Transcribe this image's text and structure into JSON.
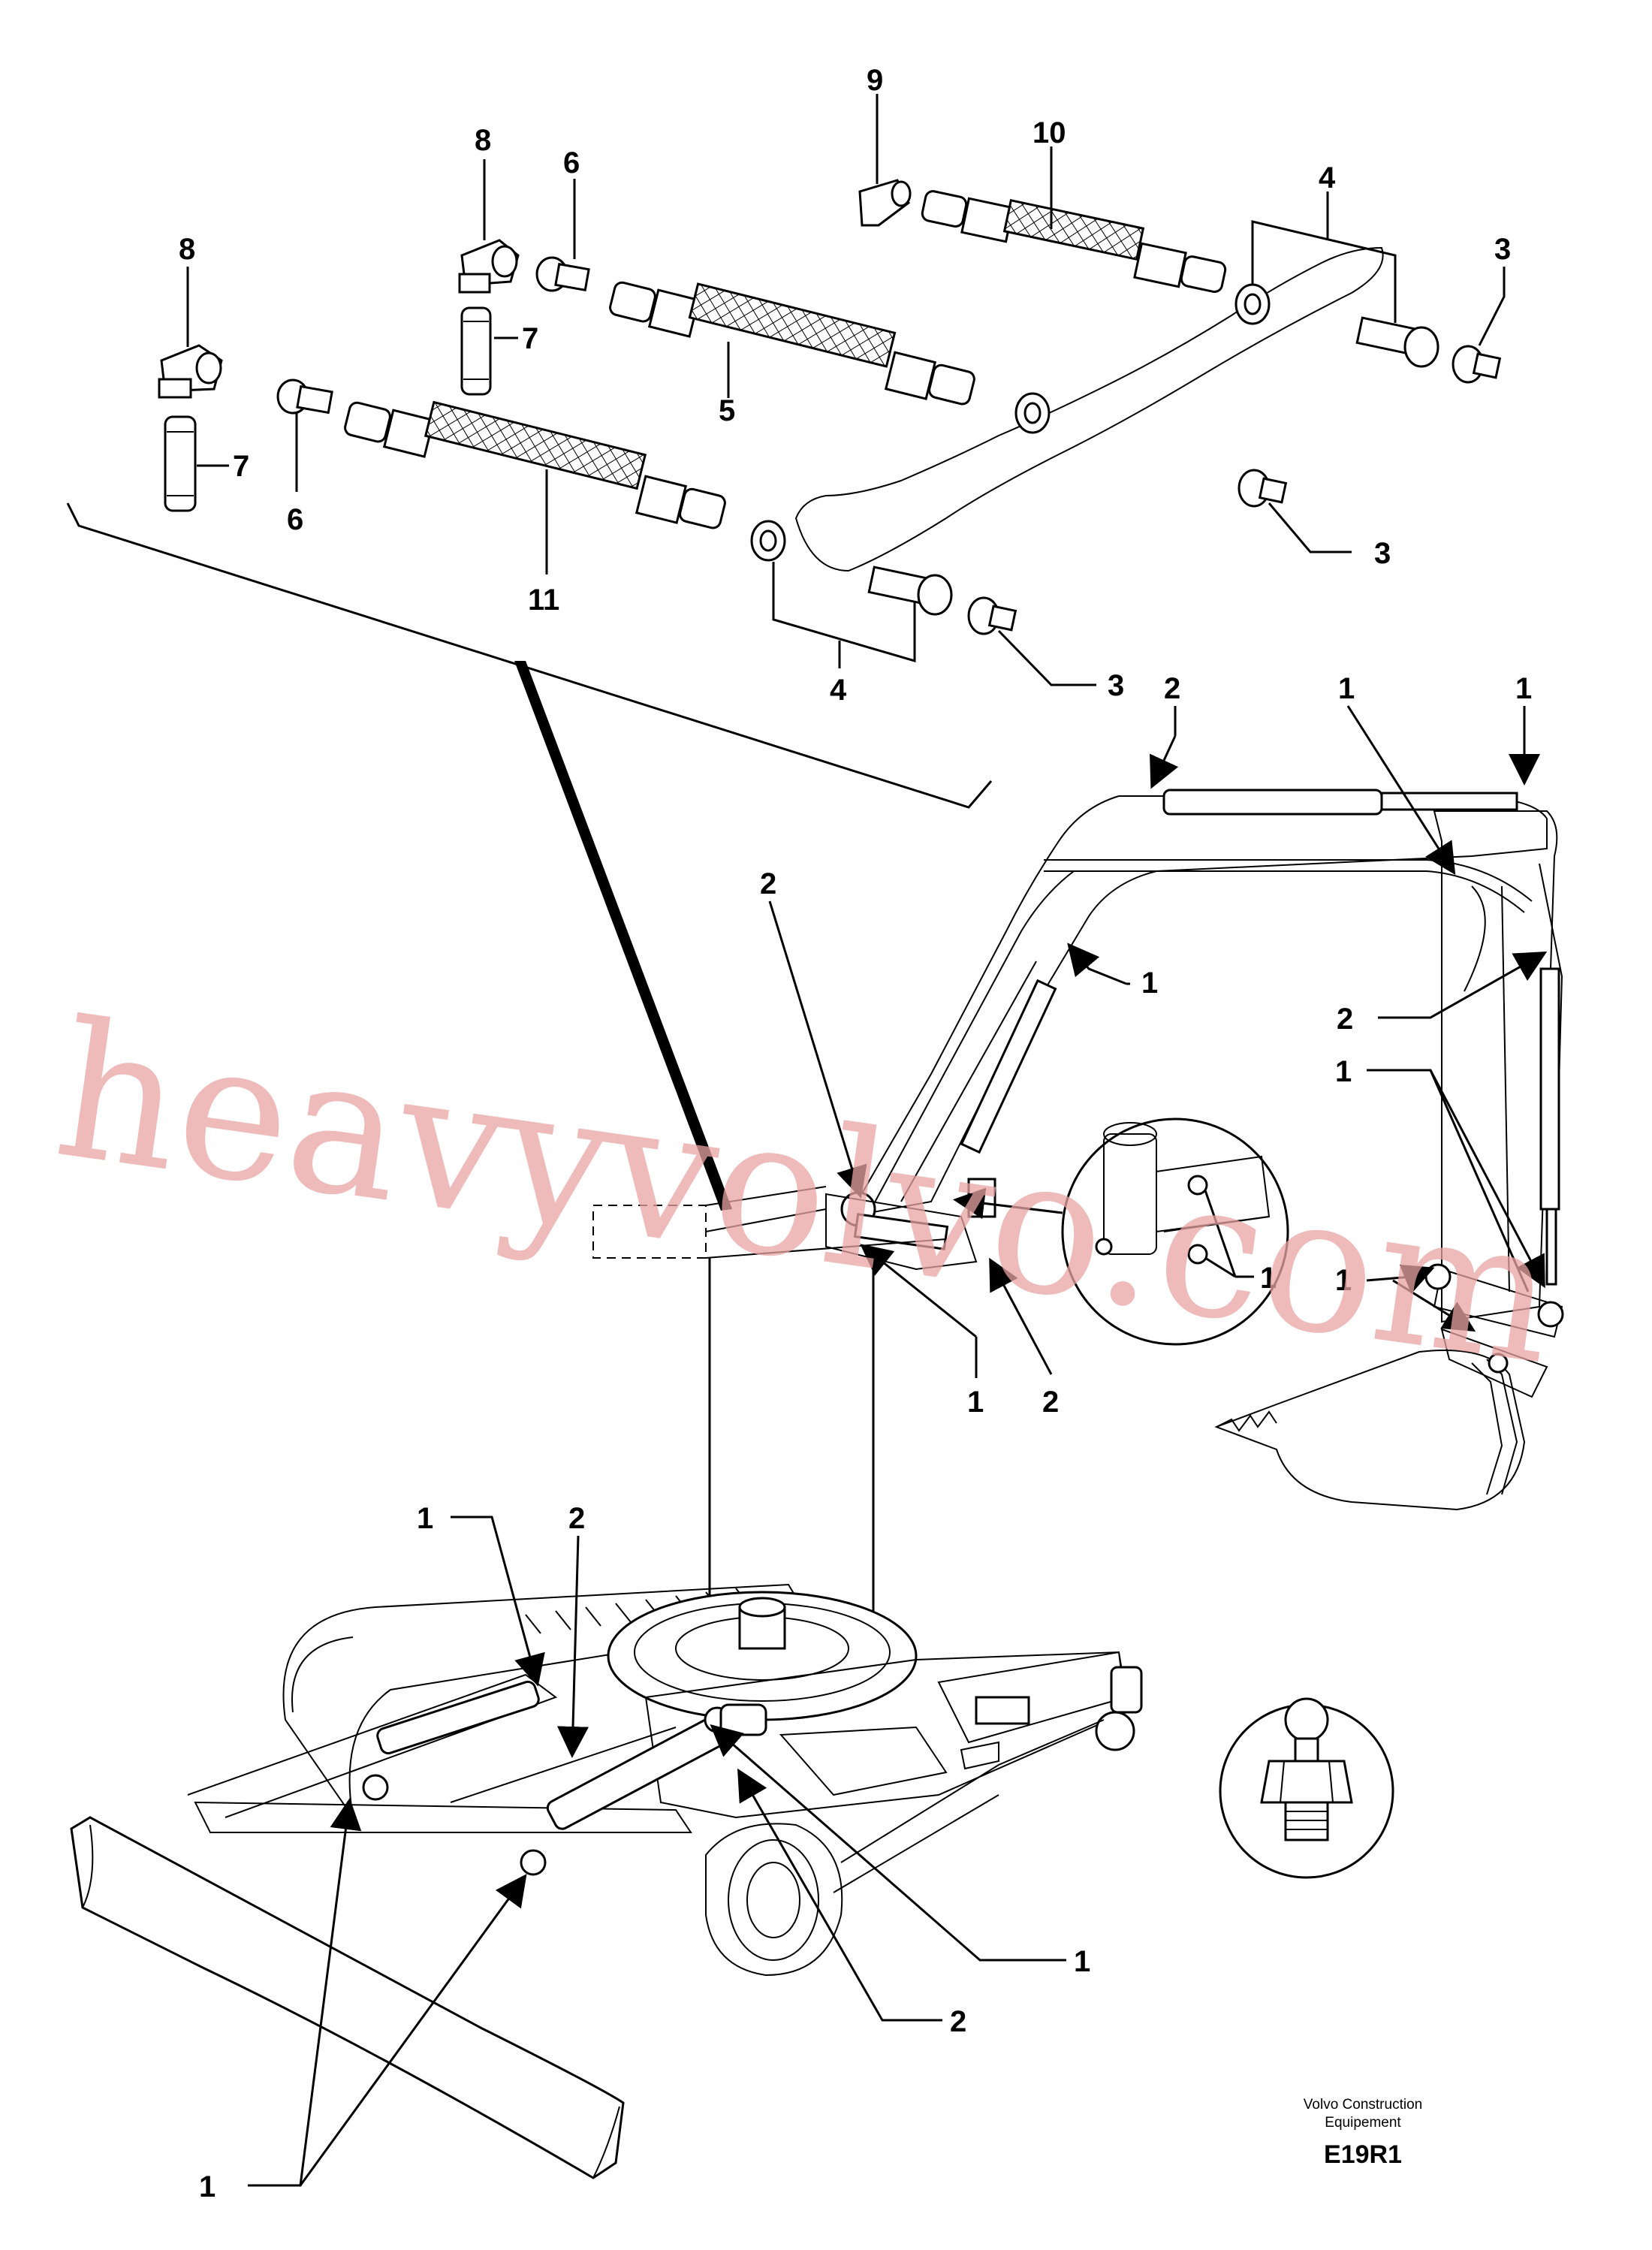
{
  "diagram": {
    "labels": {
      "l9": "9",
      "l10": "10",
      "l8a": "8",
      "l6a": "6",
      "l4a": "4",
      "l3a": "3",
      "l8b": "8",
      "l7a": "7",
      "l7b": "7",
      "l5": "5",
      "l6b": "6",
      "l11": "11",
      "l3b": "3",
      "l4b": "4",
      "l3c": "3",
      "b2a": "2",
      "b1a": "1",
      "b1b": "1",
      "b1c": "1",
      "b2b": "2",
      "b2c": "2",
      "b1d": "1",
      "b1e": "1",
      "b1f": "1",
      "i1": "1",
      "f1": "1",
      "f2": "2",
      "u1a": "1",
      "u2a": "2",
      "u1b": "1",
      "u2b": "2",
      "u1c": "1"
    },
    "watermark": "heavyvolvo.com",
    "caption_line1": "Volvo Construction",
    "caption_line2": "Equipement",
    "figure_code": "E19R1"
  }
}
